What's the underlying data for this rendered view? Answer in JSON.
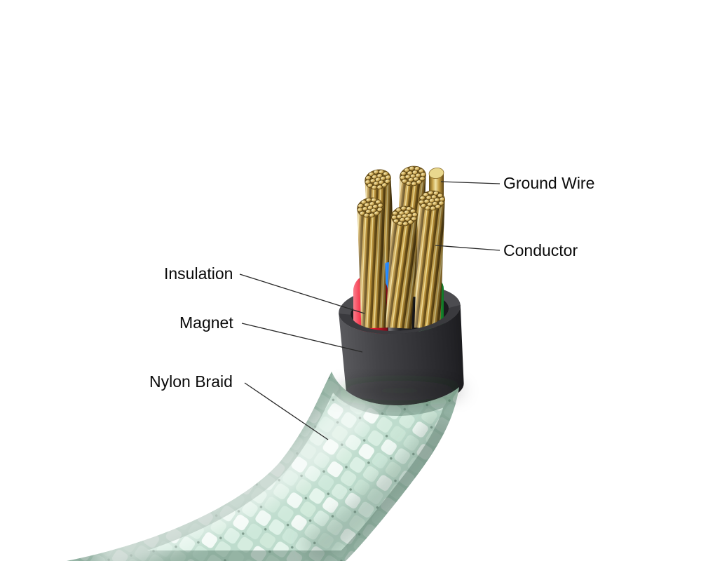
{
  "callouts": [
    {
      "id": "ground-wire",
      "label": "Ground Wire"
    },
    {
      "id": "conductor",
      "label": "Conductor"
    },
    {
      "id": "insulation",
      "label": "Insulation"
    },
    {
      "id": "magnet",
      "label": "Magnet"
    },
    {
      "id": "nylon-braid",
      "label": "Nylon Braid"
    }
  ],
  "colors": {
    "background": "#ffffff",
    "label_text": "#0a0a0a",
    "leader_line": "#2a2a2a",
    "copper": "#c09a40",
    "copper_dark": "#6e5319",
    "insulation_red": "#f5142e",
    "insulation_black": "#222226",
    "insulation_green": "#21e14b",
    "insulation_blue": "#1e86ff",
    "magnet_collar": "#4c4c50",
    "braid_mint": "#cfe9db",
    "braid_white": "#f3faf6"
  }
}
